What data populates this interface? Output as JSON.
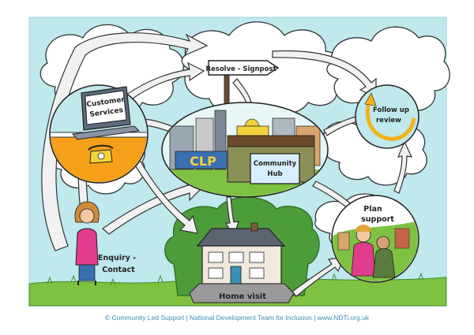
{
  "diagram": {
    "signpost": "Resolve - Signpost",
    "customer_services": [
      "Customer",
      "Services"
    ],
    "community_hub": [
      "Community",
      "Hub"
    ],
    "follow_up": [
      "Follow up",
      "review"
    ],
    "plan_support": [
      "Plan",
      "support"
    ],
    "enquiry_contact": [
      "Enquiry -",
      "Contact"
    ],
    "home_visit": "Home visit",
    "hub_wall_letters": "CLP"
  },
  "footer": {
    "text": "© Community Led Support | National Development Team for Inclusion | www.NDTi.org.uk"
  },
  "colors": {
    "sky": "#bfe9ec",
    "cloud": "#ffffff",
    "grass": "#7fc241",
    "dark_green": "#3f8a2e",
    "arrow_fill": "#f1f1f1",
    "outline": "#222222",
    "accent_pink": "#e23c8e",
    "orange": "#f6a01a",
    "yellow": "#f4d23a",
    "footer_text": "#3a8fb7"
  }
}
